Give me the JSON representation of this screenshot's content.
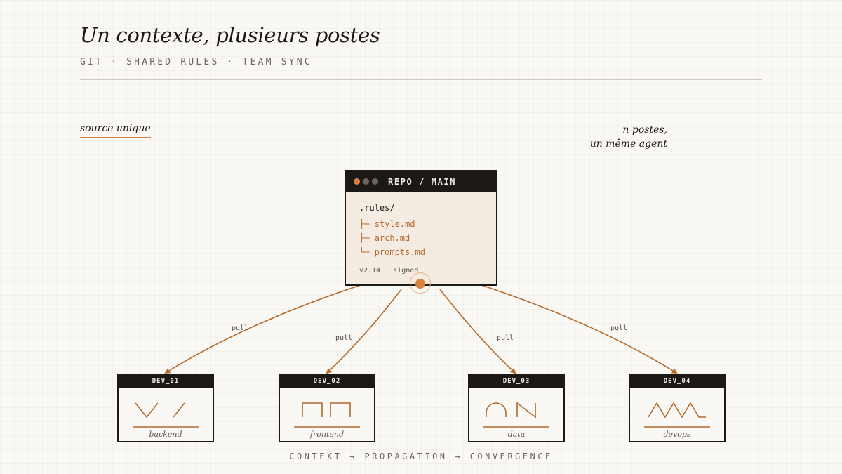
{
  "header": {
    "title": "Un contexte, plusieurs postes",
    "subtitle": "GIT · SHARED RULES · TEAM SYNC"
  },
  "labels": {
    "source": "source unique",
    "postes_line1": "n postes,",
    "postes_line2": "un même agent"
  },
  "repo": {
    "title": "REPO / MAIN",
    "dir": ".rules/",
    "files": [
      {
        "tree": "├─",
        "name": "style.md"
      },
      {
        "tree": "├─",
        "name": "arch.md"
      },
      {
        "tree": "└─",
        "name": "prompts.md"
      }
    ],
    "version": "v2.14 · signed"
  },
  "connections": {
    "label": "pull"
  },
  "devs": [
    {
      "id": "DEV_01",
      "role": "backend"
    },
    {
      "id": "DEV_02",
      "role": "frontend"
    },
    {
      "id": "DEV_03",
      "role": "data"
    },
    {
      "id": "DEV_04",
      "role": "devops"
    }
  ],
  "footer": "CONTEXT → PROPAGATION → CONVERGENCE",
  "colors": {
    "ink": "#1c1815",
    "accent": "#d9823f",
    "arrow": "#b5692a",
    "paper": "#f4ece3",
    "dot_grey": "#6b655f"
  }
}
